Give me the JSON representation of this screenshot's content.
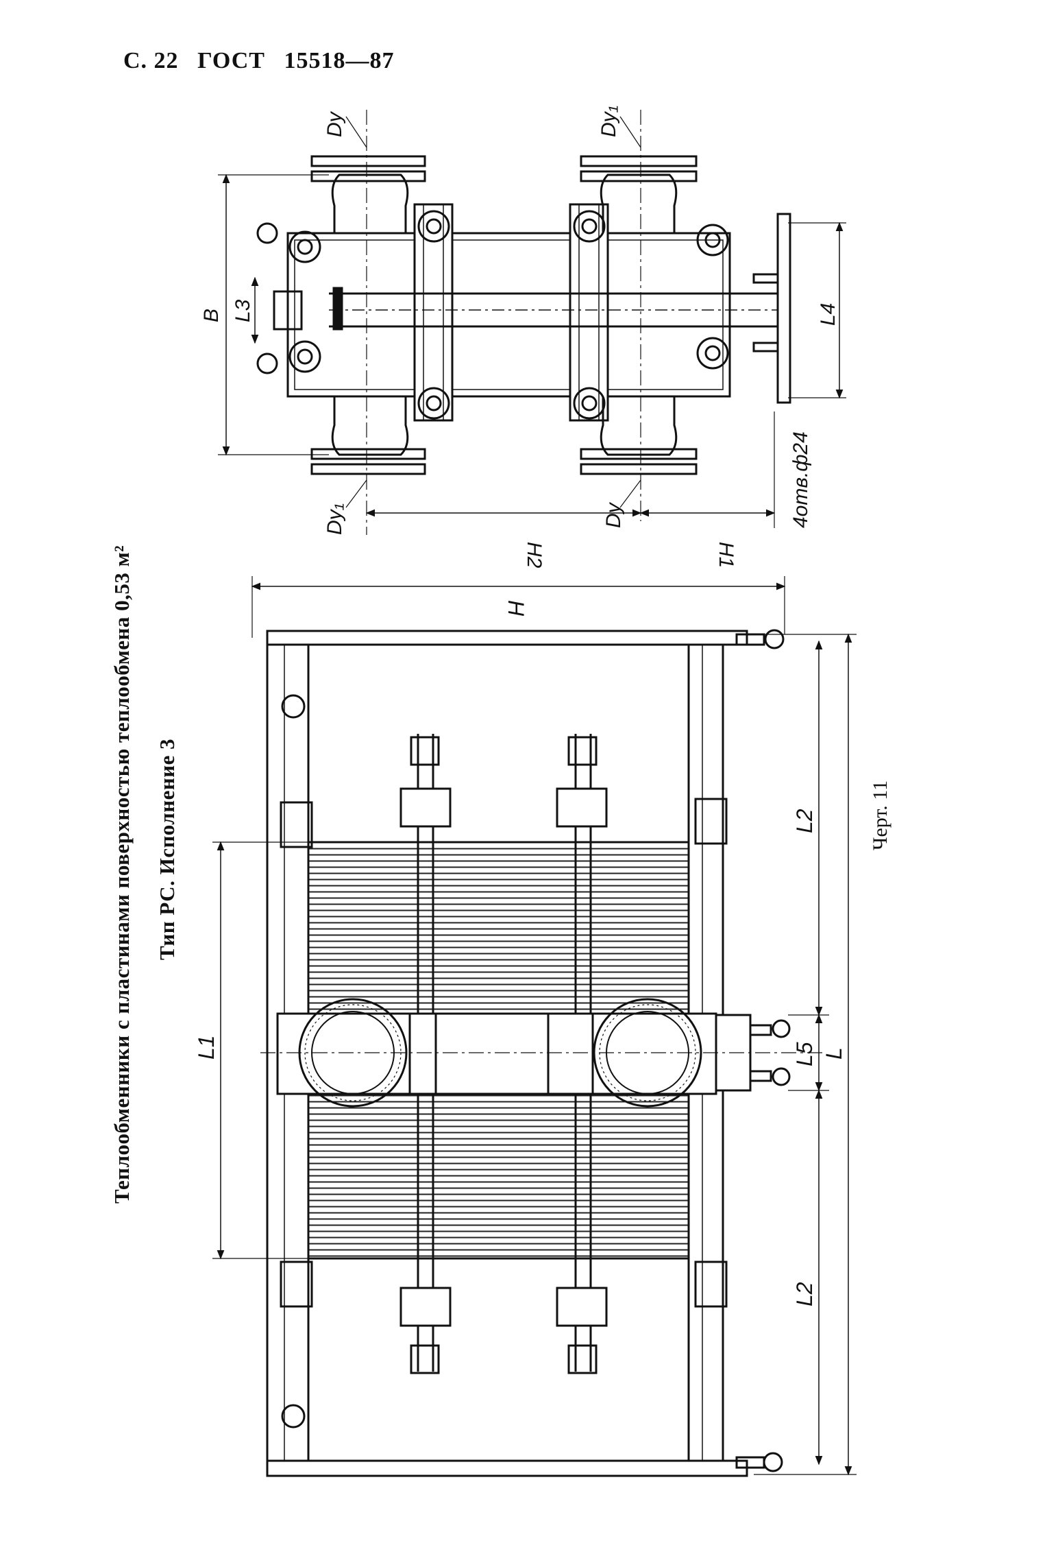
{
  "header": {
    "page": "С. 22",
    "standard": "ГОСТ",
    "number": "15518—87"
  },
  "title": "Теплообменники с пластинами поверхностью теплообмена 0,53 м²",
  "subtitle": "Тип РС. Исполнение 3",
  "caption": "Черт. 11",
  "top_view_labels": {
    "dy_top_left": "Dу",
    "dy1_top_right": "Dу₁",
    "dy1_bottom_left": "Dу₁",
    "dy_bottom_right": "Dу",
    "b": "B",
    "l3": "L3",
    "l4": "L4",
    "holes": "4отв.ф24",
    "h2": "H2",
    "h1": "H1"
  },
  "side_view_labels": {
    "h": "H",
    "l1": "L1",
    "l2_top": "L2",
    "l5": "L5",
    "l": "L",
    "l2_bottom": "L2"
  },
  "colors": {
    "ink": "#111111",
    "paper": "#ffffff"
  }
}
